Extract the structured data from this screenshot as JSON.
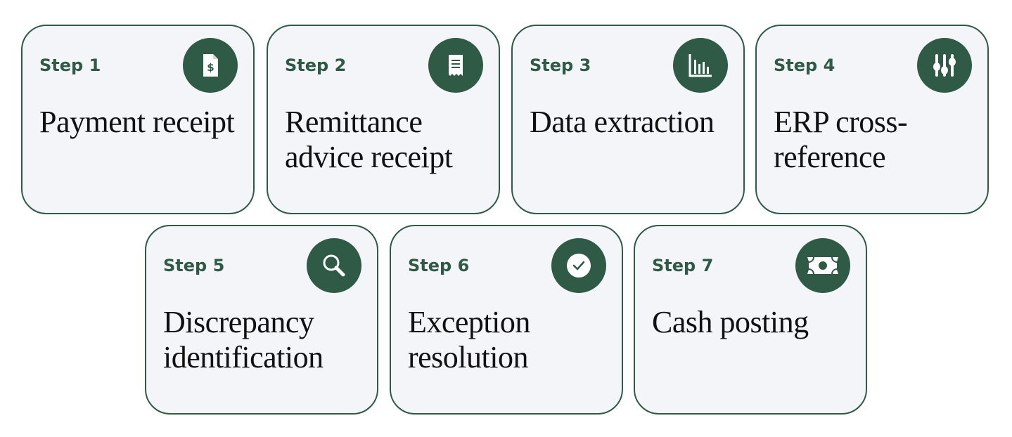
{
  "colors": {
    "accent": "#2f5a45",
    "card_bg": "#f4f5f9",
    "text": "#111111"
  },
  "steps": [
    {
      "label": "Step 1",
      "title": "Payment receipt",
      "icon": "invoice-dollar-icon"
    },
    {
      "label": "Step 2",
      "title": "Remittance advice receipt",
      "icon": "receipt-icon"
    },
    {
      "label": "Step 3",
      "title": "Data extraction",
      "icon": "bar-chart-icon"
    },
    {
      "label": "Step 4",
      "title": "ERP cross-reference",
      "icon": "sliders-icon"
    },
    {
      "label": "Step 5",
      "title": "Discrepancy identification",
      "icon": "search-icon"
    },
    {
      "label": "Step 6",
      "title": "Exception resolution",
      "icon": "check-circle-icon"
    },
    {
      "label": "Step 7",
      "title": "Cash posting",
      "icon": "banknote-icon"
    }
  ]
}
